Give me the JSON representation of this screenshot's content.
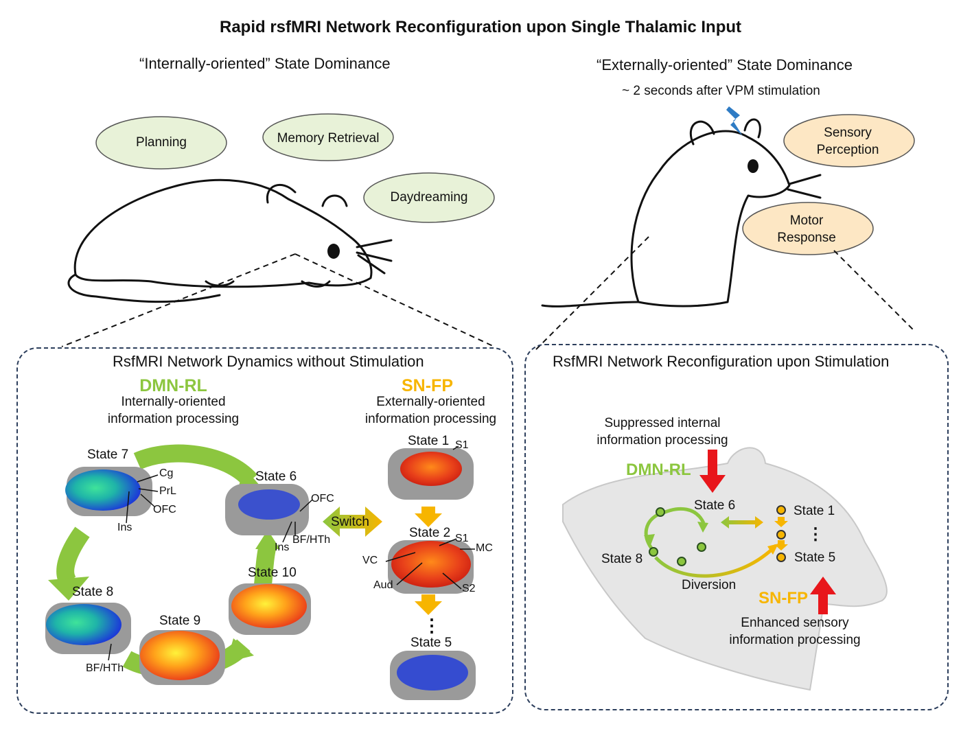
{
  "title": "Rapid rsfMRI Network Reconfiguration upon Single Thalamic Input",
  "left": {
    "heading": "“Internally-oriented” State Dominance",
    "clouds": [
      "Planning",
      "Memory Retrieval",
      "Daydreaming"
    ],
    "panel_title": "RsfMRI Network Dynamics without Stimulation",
    "dmn": {
      "name": "DMN-RL",
      "desc1": "Internally-oriented",
      "desc2": "information processing"
    },
    "snfp": {
      "name": "SN-FP",
      "desc1": "Externally-oriented",
      "desc2": "information processing"
    },
    "states": {
      "s7": "State 7",
      "s6": "State 6",
      "s8": "State 8",
      "s9": "State 9",
      "s10": "State 10",
      "s1": "State 1",
      "s2": "State 2",
      "s5": "State 5"
    },
    "regions": {
      "cg": "Cg",
      "prl": "PrL",
      "ofc7": "OFC",
      "ins7": "Ins",
      "ofc6": "OFC",
      "ins6": "Ins",
      "bfhth6": "BF/HTh",
      "bfhth8": "BF/HTh",
      "s1a": "S1",
      "s1b": "S1",
      "mc": "MC",
      "vc": "VC",
      "aud": "Aud",
      "s2": "S2"
    },
    "switch": "Switch",
    "dots": "⋮"
  },
  "right": {
    "heading": "“Externally-oriented” State Dominance",
    "subheading": "~ 2 seconds after VPM stimulation",
    "clouds": [
      {
        "l1": "Sensory",
        "l2": "Perception"
      },
      {
        "l1": "Motor",
        "l2": "Response"
      }
    ],
    "panel_title": "RsfMRI Network Reconfiguration upon Stimulation",
    "suppressed1": "Suppressed internal",
    "suppressed2": "information processing",
    "dmn": "DMN-RL",
    "state6": "State 6",
    "state8": "State 8",
    "state1": "State 1",
    "state5": "State 5",
    "dots": "⋮",
    "diversion": "Diversion",
    "snfp": "SN-FP",
    "enhanced1": "Enhanced sensory",
    "enhanced2": "information processing"
  },
  "colors": {
    "green": "#8cc63f",
    "yellow": "#f7b500",
    "red": "#e8161b",
    "panel_border": "#2c3e5c",
    "cloud_green": "#e8f2d8",
    "cloud_orange": "#fde7c4"
  }
}
